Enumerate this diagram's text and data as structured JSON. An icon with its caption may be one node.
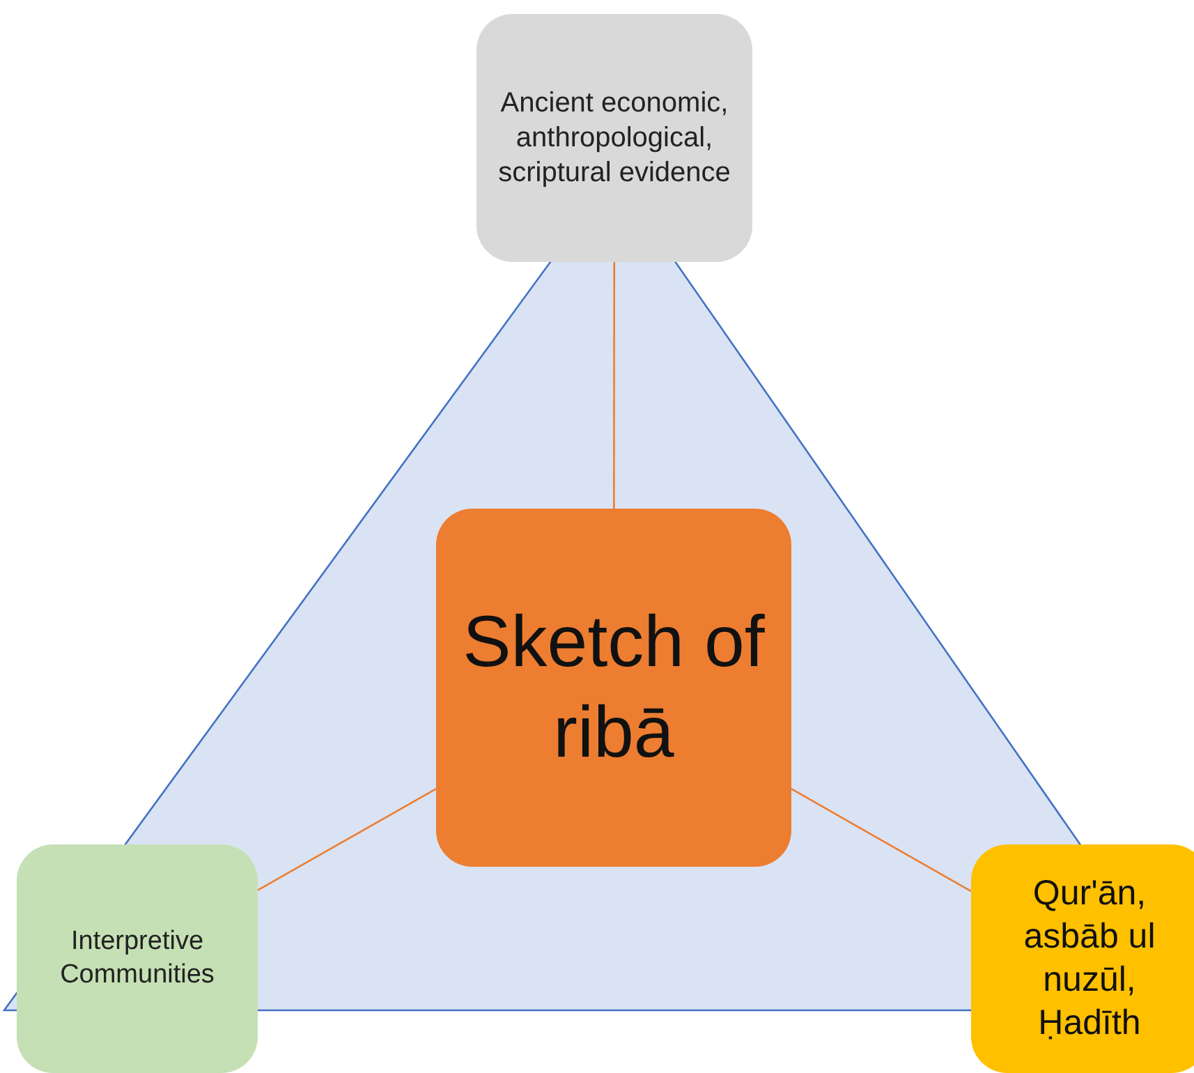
{
  "diagram": {
    "nodes": [
      {
        "text": [
          "Ancient economic, anthropological, scriptural evidence"
        ]
      },
      {
        "text": [
          "Sketch of ribā"
        ]
      },
      {
        "text": [
          "Interpretive Communities"
        ]
      },
      {
        "text": [
          "Qur'ān, asbāb ul nuzūl, Ḥadīth"
        ]
      }
    ],
    "edges": [
      {
        "from": 1,
        "to": 0,
        "arrow": "none"
      },
      {
        "from": 1,
        "to": 2,
        "arrow": "none"
      },
      {
        "from": 1,
        "to": 3,
        "arrow": "none"
      }
    ]
  }
}
